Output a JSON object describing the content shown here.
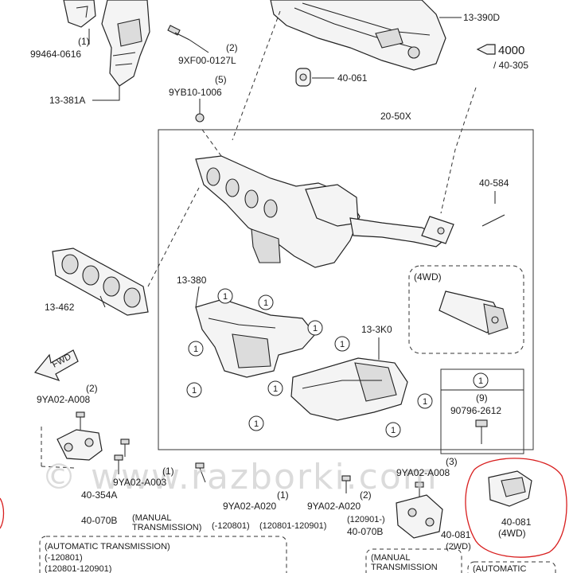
{
  "parts": {
    "p1": "(1)",
    "p1_num": "99464-0616",
    "p2a": "(2)",
    "p2a_num": "9XF00-0127L",
    "heat_upper": "13-381A",
    "p5": "(5)",
    "p5_num": "9YB10-1006",
    "insulator_top": "13-390D",
    "ref_arrow": "4000",
    "ref_sub": "/ 40-305",
    "mount_rubber": "40-061",
    "manifold_group": "20-50X",
    "stud": "40-584",
    "fourwd_a": "(4WD)",
    "gasket": "13-462",
    "cover_lower": "13-380",
    "cover_right": "13-3K0",
    "p2b": "(2)",
    "p2b_num": "9YA02-A008",
    "hanger": "40-354A",
    "c1": "(1)",
    "c1_num": "9YA02-A003",
    "bolt_a020_note": "(1)",
    "bolt_a020": "9YA02-A020",
    "bolt_a020b_note": "(2)",
    "bolt_a020b": "9YA02-A020",
    "p3": "(3)",
    "p3_num": "9YA02-A008",
    "bracket_left": "40-070B",
    "manual_tx": "(MANUAL",
    "manual_tx2": "TRANSMISSION)",
    "date_1": "(-120801)",
    "date_2": "(120801-120901)",
    "date_3": "(120901-)",
    "bracket_right": "40-070B",
    "fortyeightyone": "40-081",
    "twowd": "(2WD)",
    "highlight_part": "40-081",
    "highlight_sub": "(4WD)",
    "auto_tx": "(AUTOMATIC TRANSMISSION)",
    "auto_date1": "(-120801)",
    "auto_date2": "(120801-120901)",
    "manual_bot1": "(MANUAL",
    "manual_bot2": "TRANSMISSION",
    "auto_bot": "(AUTOMATIC",
    "legend_ref": "1",
    "legend_qty": "(9)",
    "legend_num": "90796-2612",
    "fwd": "FWD",
    "callout": "1",
    "watermark": "© www.razborki.com"
  }
}
